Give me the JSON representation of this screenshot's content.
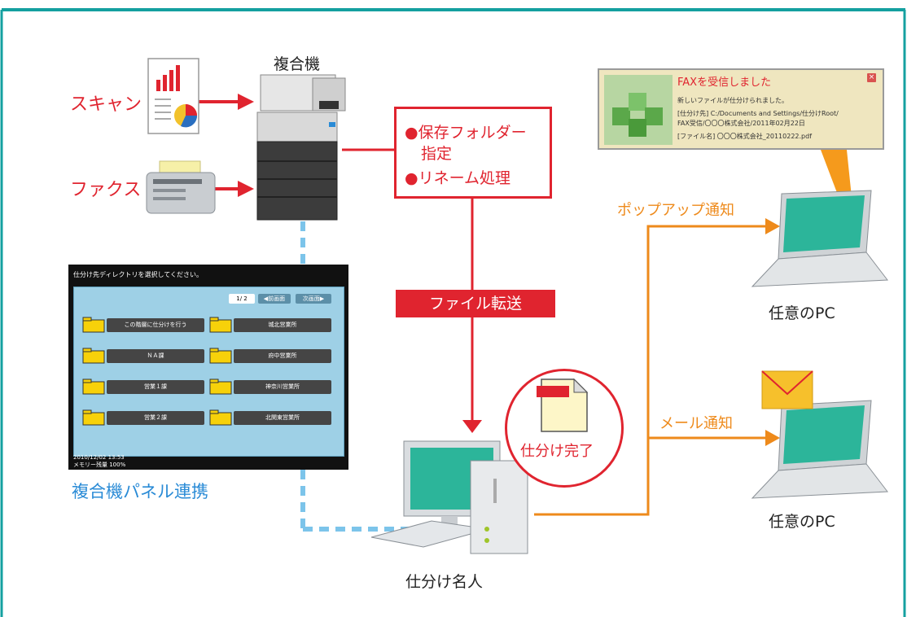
{
  "header": {
    "partial_title": ""
  },
  "devices": {
    "mfp_label": "複合機",
    "scan_label": "スキャン",
    "fax_label": "ファクス",
    "sorter_label": "仕分け名人",
    "pc_top_label": "任意のPC",
    "pc_bottom_label": "任意のPC"
  },
  "infobox": {
    "line1": "●保存フォルダー",
    "line2": "指定",
    "line3": "●リネーム処理"
  },
  "transfer_label": "ファイル転送",
  "done_label": "仕分け完了",
  "panel_caption": "複合機パネル連携",
  "notifications": {
    "popup_label": "ポップアップ通知",
    "mail_label": "メール通知"
  },
  "popup": {
    "title": "FAXを受信しました",
    "close": "×",
    "line1": "新しいファイルが仕分けられました。",
    "line2": "[仕分け先] C:/Documents and Settings/仕分けRoot/",
    "line3": "FAX受信/〇〇〇株式会社/2011年02月22日",
    "line4": "[ファイル名] 〇〇〇株式会社_20110222.pdf"
  },
  "panel": {
    "header": "仕分け先ディレクトリを選択してください。",
    "page": "1/ 2",
    "prev": "◀前画面",
    "next": "次画面▶",
    "folders": [
      "この階層に仕分けを行う",
      "城北営業所",
      "ＮＡ課",
      "府中営業所",
      "営業１課",
      "神奈川営業所",
      "営業２課",
      "北関東営業所"
    ],
    "footer_date": "2010/12/02   13:53",
    "footer_memory": "メモリー残量  100%"
  },
  "colors": {
    "red": "#e0242f",
    "orange": "#ee8a1b",
    "blue_dashed": "#7cc4ea",
    "frame": "#14a0a0"
  }
}
